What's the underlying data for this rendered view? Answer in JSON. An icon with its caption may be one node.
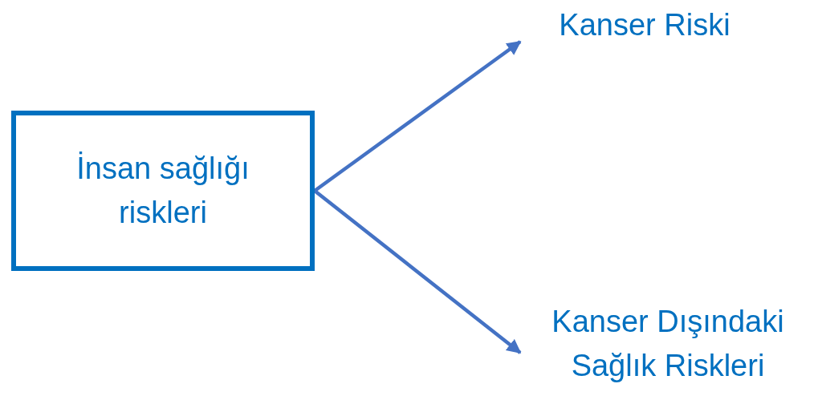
{
  "diagram": {
    "nodes": [
      {
        "text": [
          "İnsan sağlığı riskleri"
        ]
      },
      {
        "text": [
          "Kanser Riski"
        ]
      },
      {
        "text": [
          "Kanser Dışındaki Sağlık Riskleri"
        ]
      }
    ],
    "edges": [
      {
        "from": 0,
        "to": 1,
        "arrow": "to"
      },
      {
        "from": 0,
        "to": 2,
        "arrow": "to"
      }
    ]
  }
}
